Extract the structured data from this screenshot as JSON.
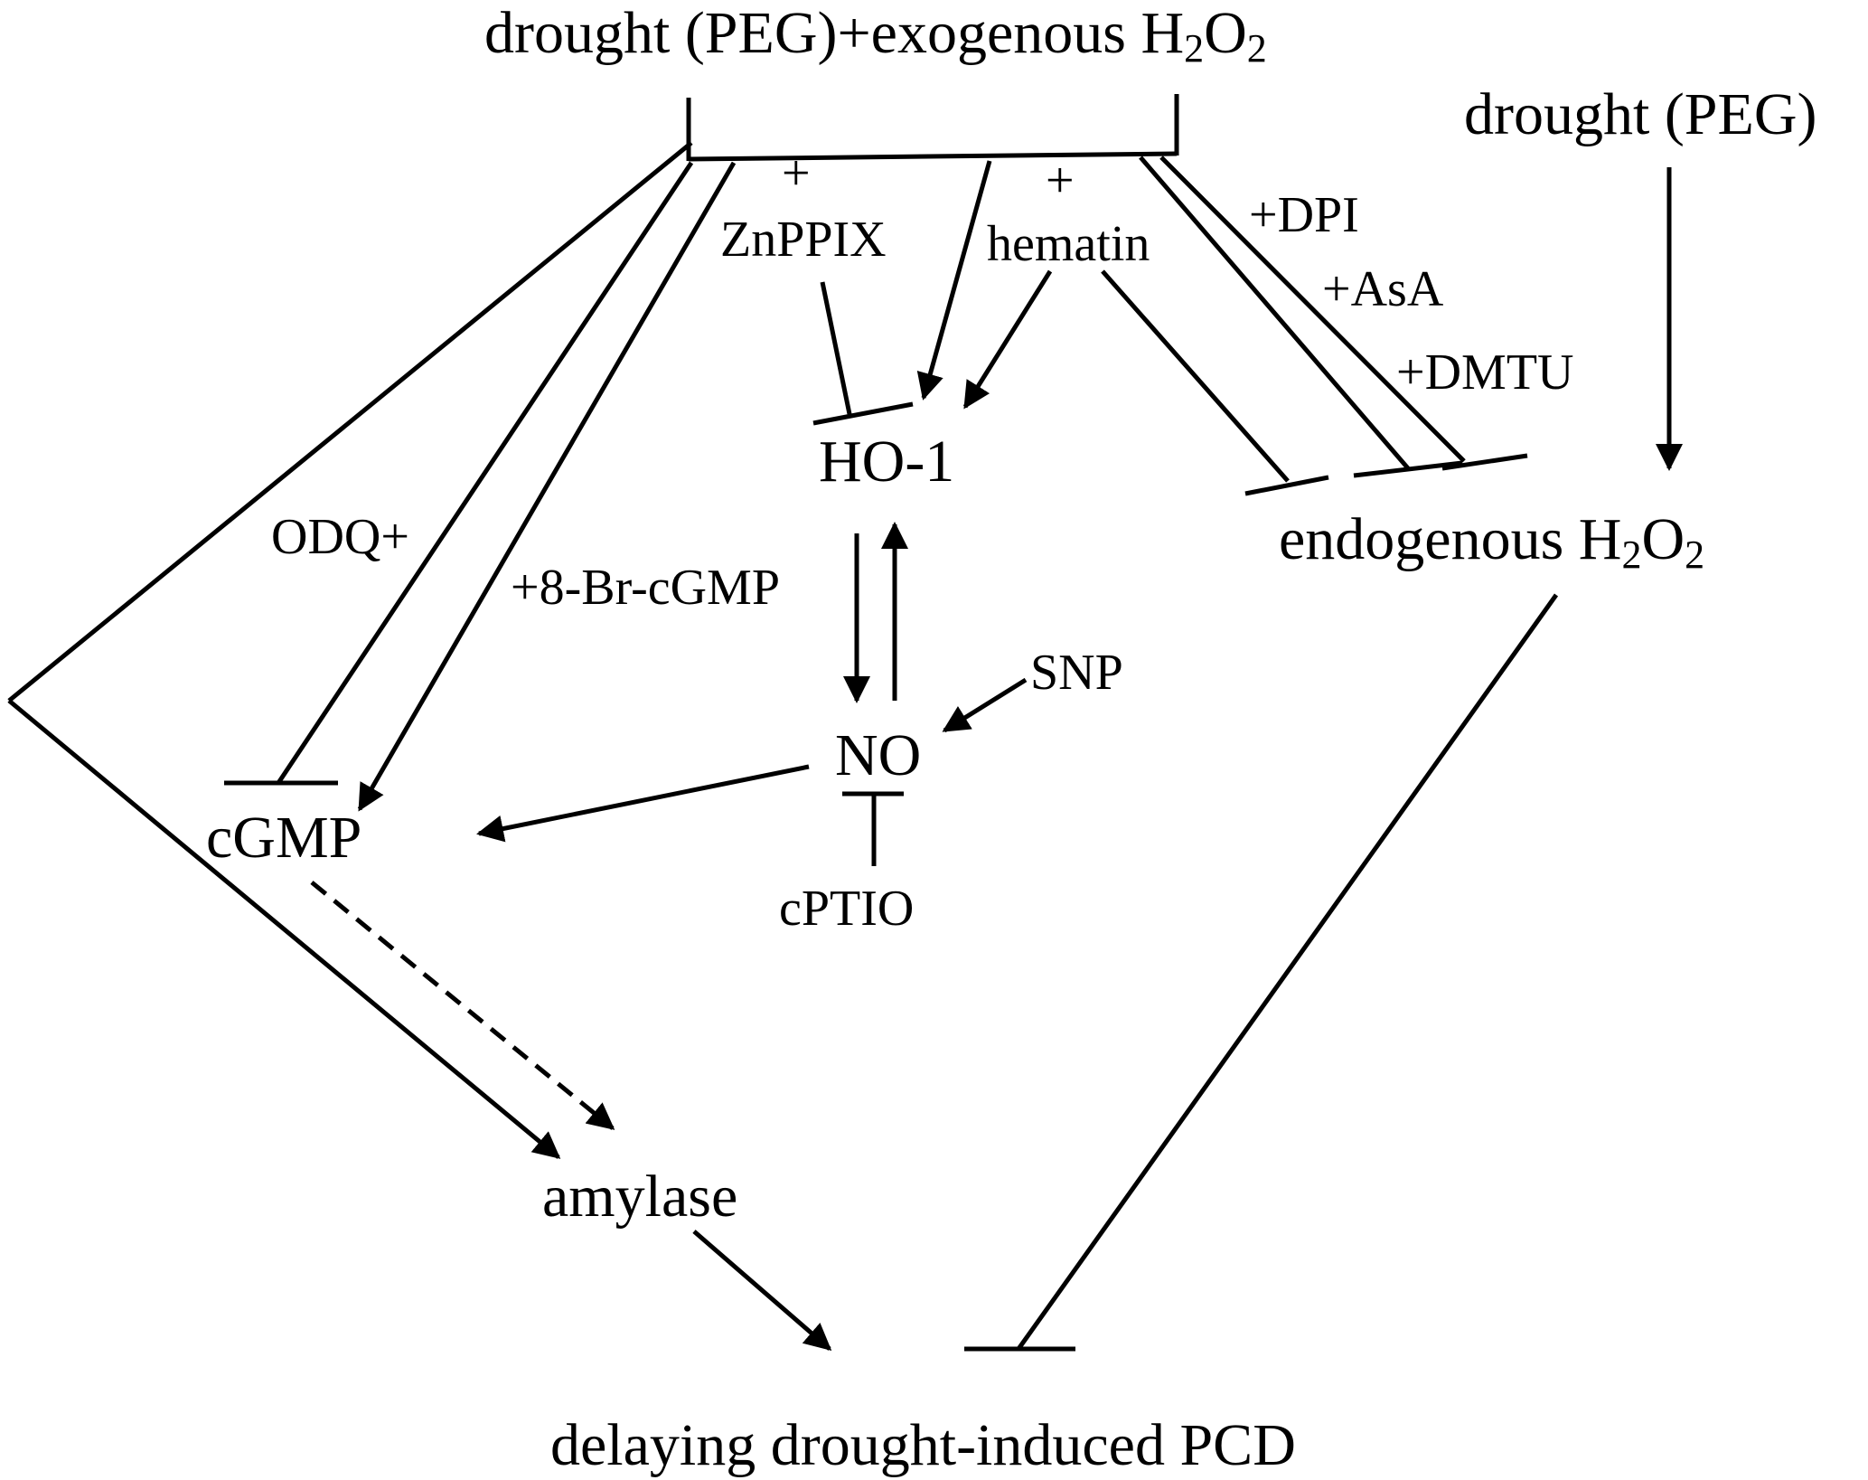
{
  "nodes": {
    "drought_exogenous": {
      "text": "drought (PEG)+exogenous H",
      "sub1": "2",
      "mid": "O",
      "sub2": "2"
    },
    "drought_peg": {
      "text": "drought (PEG)"
    },
    "endogenous_h2o2": {
      "text": "endogenous H",
      "sub1": "2",
      "mid": "O",
      "sub2": "2"
    },
    "ho1": {
      "text": "HO-1"
    },
    "no": {
      "text": "NO"
    },
    "cgmp": {
      "text": "cGMP"
    },
    "amylase": {
      "text": "amylase"
    },
    "pcd": {
      "text": "delaying drought-induced PCD"
    }
  },
  "treatments": {
    "plus_zn": "+",
    "znppix": "ZnPPIX",
    "plus_hem": "+",
    "hematin": "hematin",
    "dpi": "+DPI",
    "asa": "+AsA",
    "dmtu": "+DMTU",
    "odq": "ODQ+",
    "br_cgmp": "+8-Br-cGMP",
    "snp": "SNP",
    "cptio": "cPTIO"
  }
}
